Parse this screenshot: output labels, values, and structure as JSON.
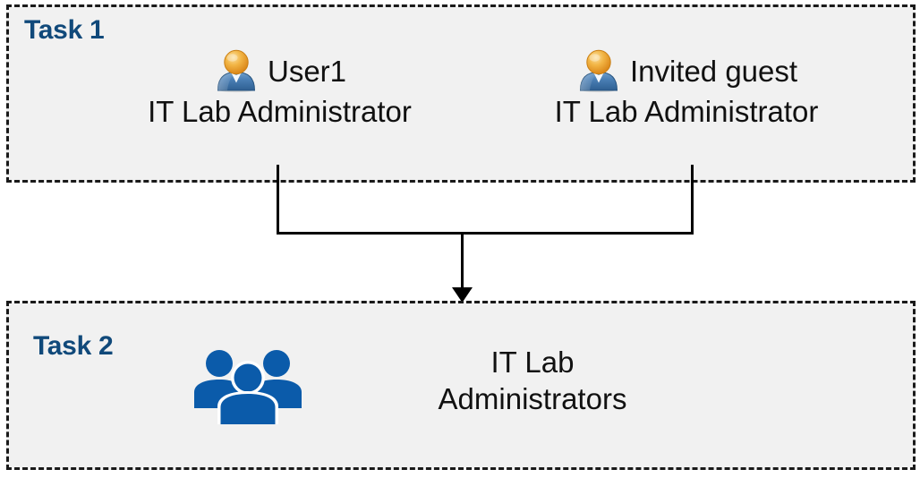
{
  "diagram": {
    "background_color": "#ffffff",
    "box_fill_color": "#f1f1f1",
    "box_border_color": "#1a1a1a",
    "accent_color": "#10497a",
    "group_icon_color": "#0b5baa",
    "connector_color": "#000000"
  },
  "task1": {
    "label": "Task 1",
    "people": [
      {
        "icon": "user-icon",
        "name": "User1",
        "role": "IT Lab Administrator"
      },
      {
        "icon": "user-icon",
        "name": "Invited guest",
        "role": "IT Lab Administrator"
      }
    ]
  },
  "task2": {
    "label": "Task 2",
    "group": {
      "icon": "users-group-icon",
      "name": "IT Lab\nAdministrators"
    }
  },
  "connector": {
    "type": "merge-arrow",
    "direction": "down",
    "from": [
      "User1",
      "Invited guest"
    ],
    "to": "IT Lab Administrators"
  }
}
